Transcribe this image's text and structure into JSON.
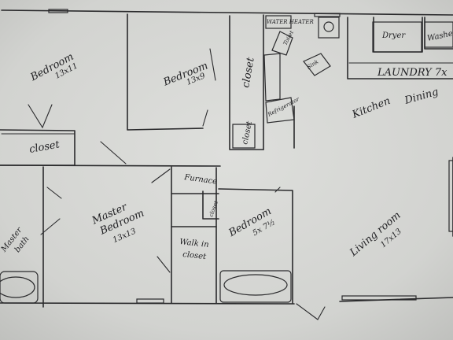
{
  "rooms": {
    "bedroom_nw": {
      "name": "Bedroom",
      "size": "13x11"
    },
    "bedroom_n": {
      "name": "Bedroom",
      "size": "13x9"
    },
    "closet_north": "closet",
    "closet_small_north": "closet",
    "closet_west": "closet",
    "water_heater": "WATER HEATER",
    "utility_fixture": "Toilet",
    "bath_fixture": "Sink",
    "refrigerator": "Refrigerator",
    "laundry": "LAUNDRY 7x",
    "dryer": "Dryer",
    "washer": "Washer",
    "kitchen": "Kitchen",
    "dining": "Dining",
    "furnace": "Furnace",
    "closet_furnace": "closet",
    "walkin_closet": {
      "line1": "Walk in",
      "line2": "closet"
    },
    "master_bedroom": {
      "line1": "Master",
      "line2": "Bedroom",
      "size": "13x13"
    },
    "master_bath": {
      "line1": "Master",
      "line2": "bath"
    },
    "bedroom_center": {
      "name": "Bedroom",
      "size": "5x 7½"
    },
    "living_room": {
      "name": "Living room",
      "size": "17x13"
    }
  }
}
